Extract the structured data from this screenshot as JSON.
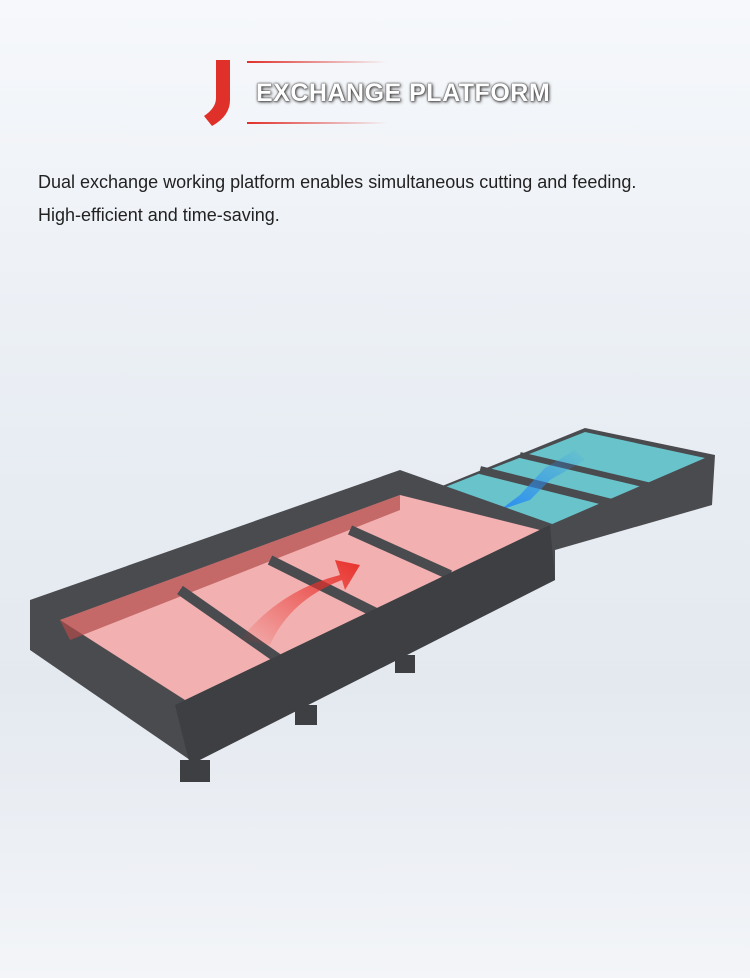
{
  "header": {
    "logo_letter": "J",
    "title": "EXCHANGE PLATFORM"
  },
  "description": {
    "line1": "Dual exchange working platform enables simultaneous cutting and feeding.",
    "line2": "High-efficient and time-saving."
  },
  "colors": {
    "accent": "#e0302a",
    "red_zone": "#f2a8a8",
    "blue_zone": "#6cd0d8",
    "frame": "#4a4b4f"
  }
}
